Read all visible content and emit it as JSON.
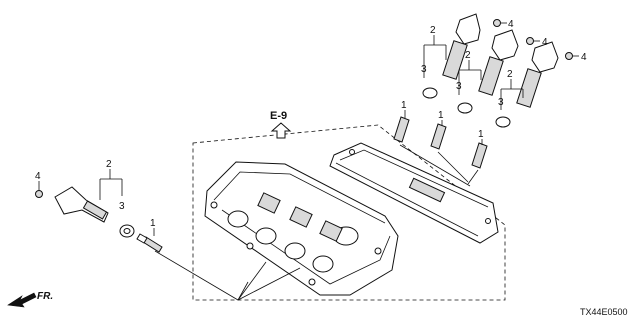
{
  "diagram": {
    "reference": "E-9",
    "direction_label": "FR.",
    "part_code": "TX44E0500",
    "callouts": {
      "plug_label": "1",
      "coil_label": "2",
      "seal_label": "3",
      "bolt_label": "4"
    }
  }
}
